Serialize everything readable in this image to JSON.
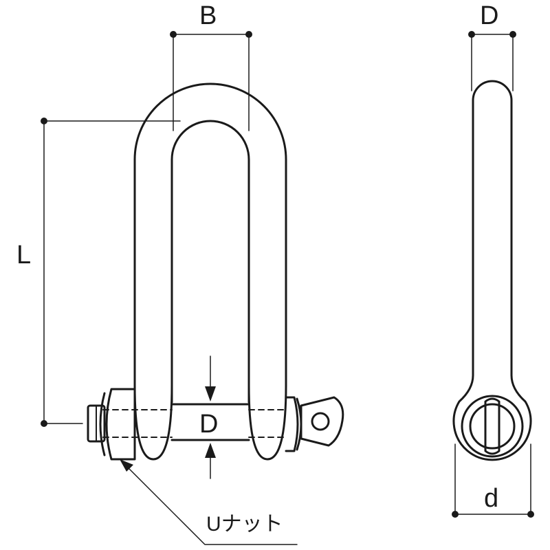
{
  "labels": {
    "B": "B",
    "D_top": "D",
    "L": "L",
    "D_pin": "D",
    "d": "d",
    "u_nut": "Uナット"
  },
  "colors": {
    "line": "#1a1a1a",
    "background": "#ffffff"
  }
}
